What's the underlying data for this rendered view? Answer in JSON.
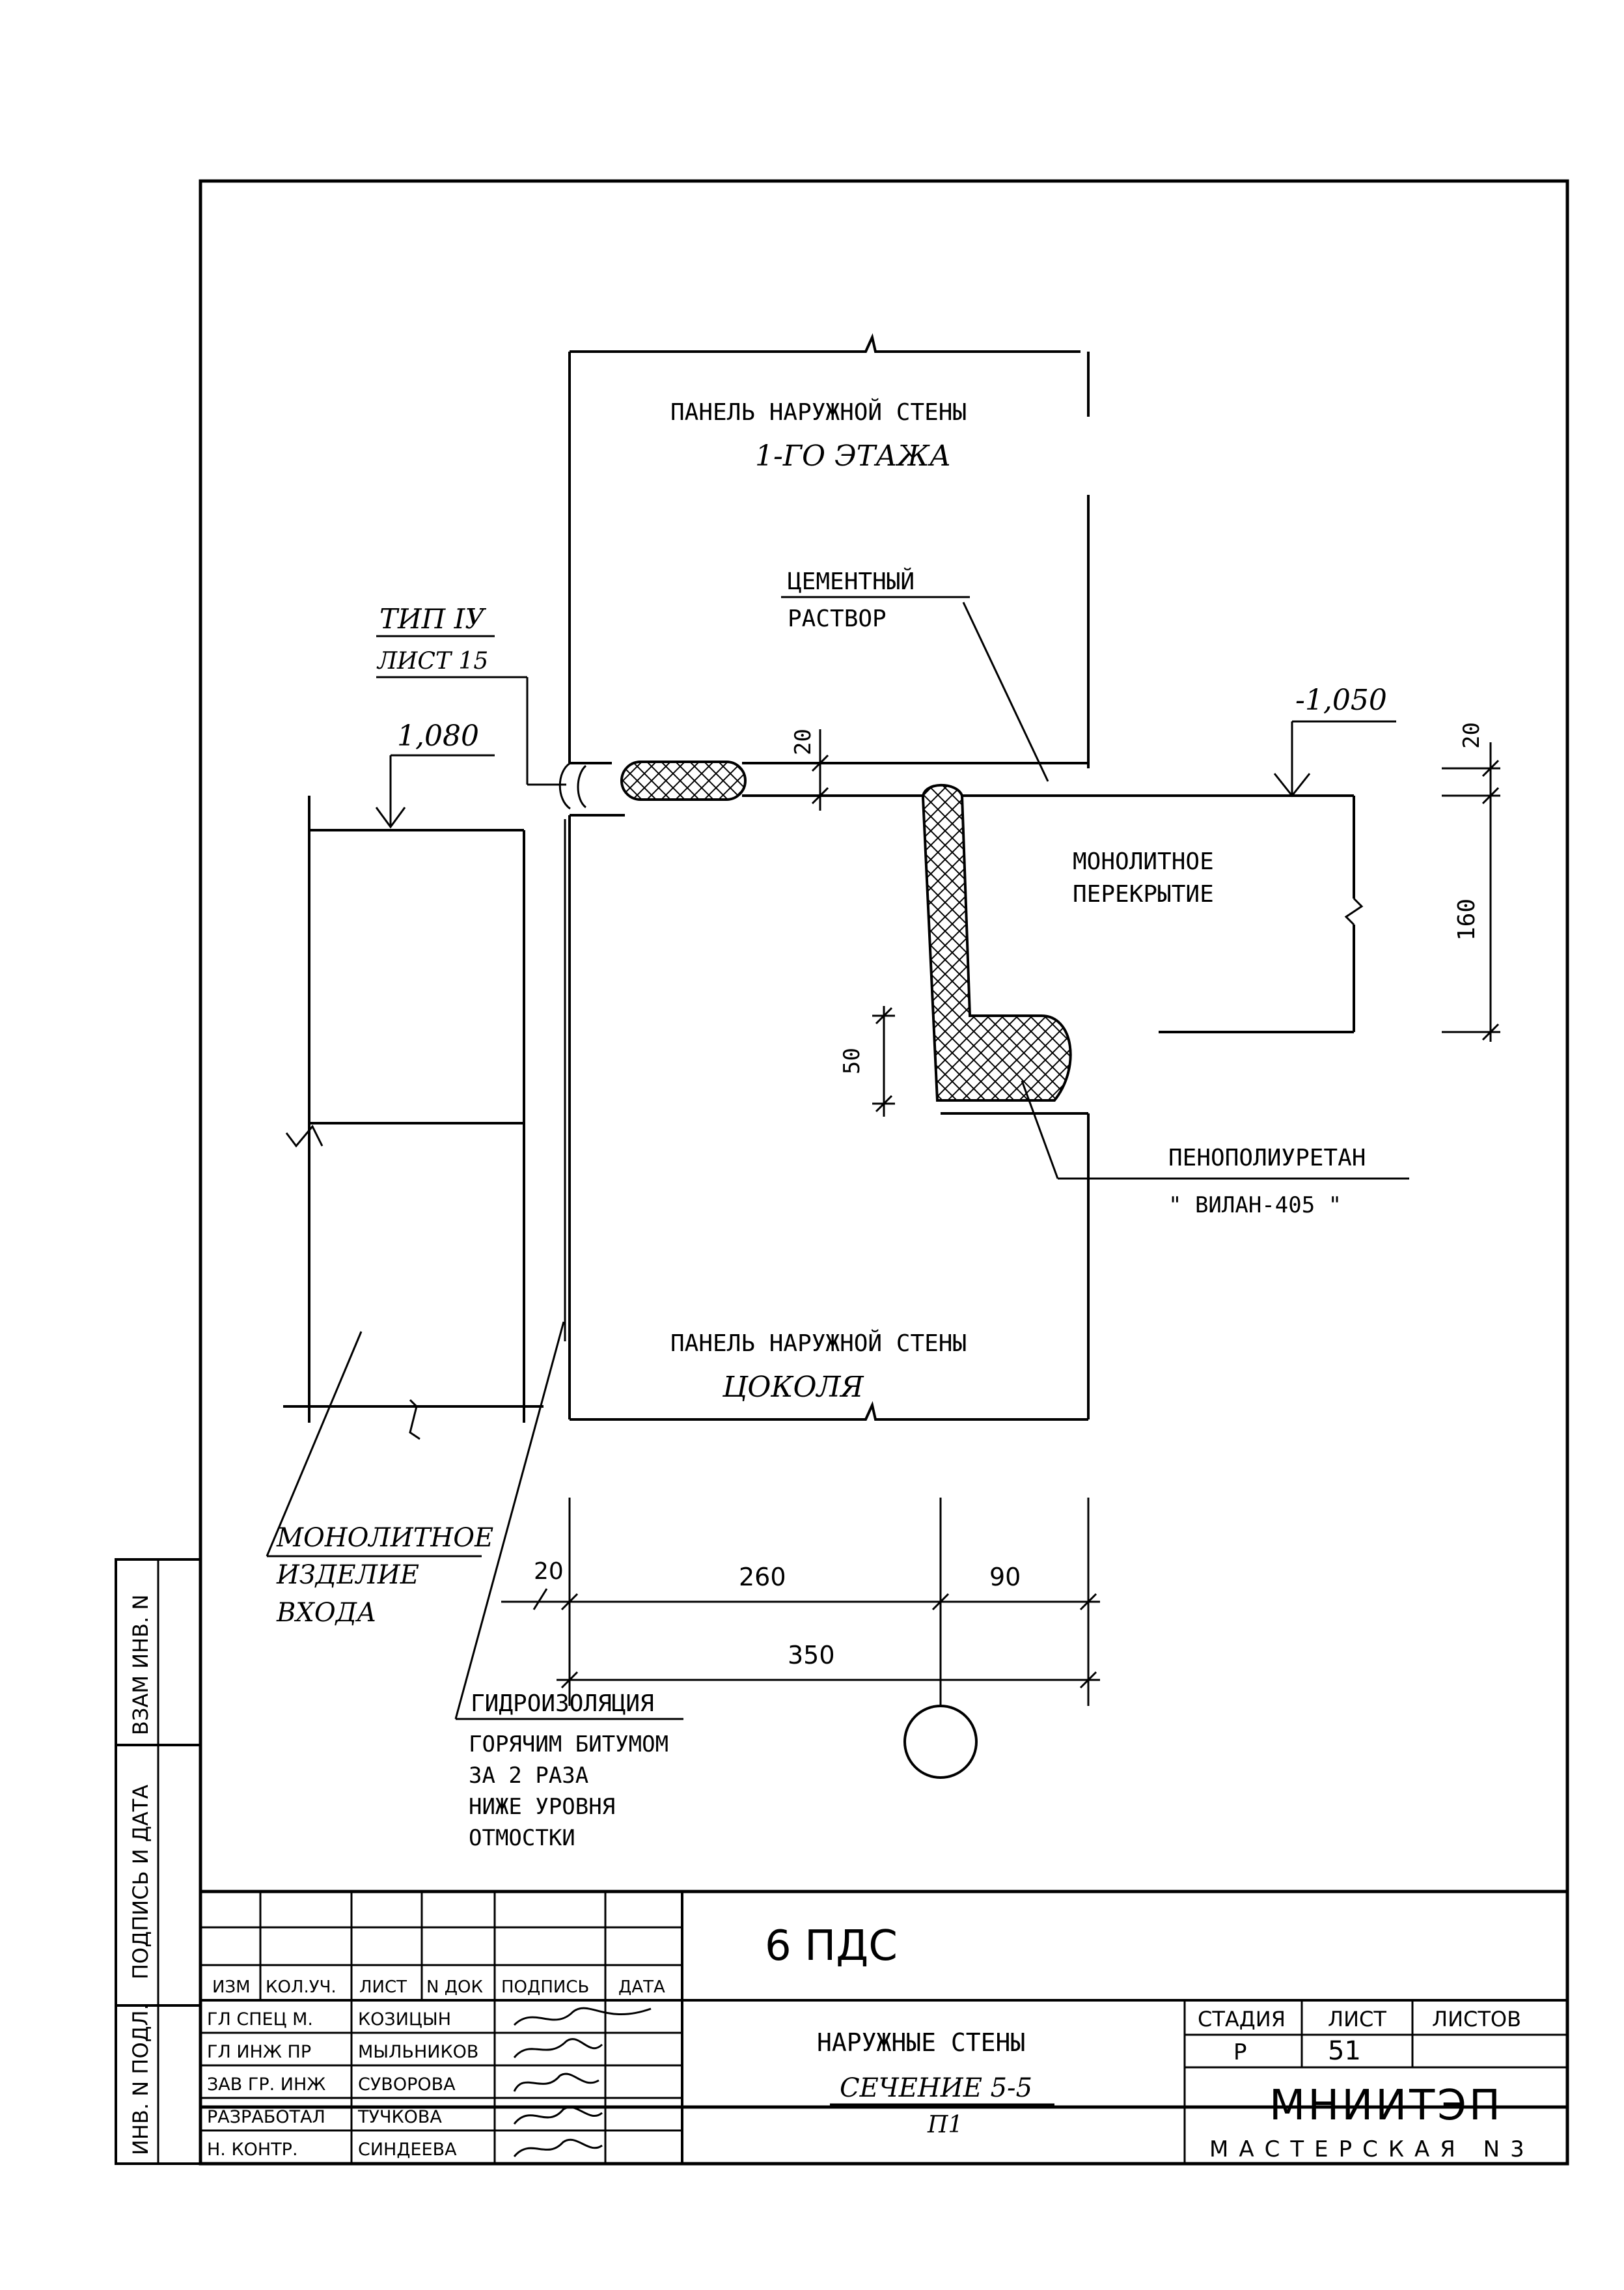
{
  "drawing": {
    "labels": {
      "panel_upper_line1": "ПАНЕЛЬ НАРУЖНОЙ СТЕНЫ",
      "panel_upper_line2": "1-ГО ЭТАЖА",
      "mortar_line1": "ЦЕМЕНТНЫЙ",
      "mortar_line2": "РАСТВОР",
      "type_ref_line1": "ТИП IУ",
      "type_ref_line2": "ЛИСТ 15",
      "level_left": "1,080",
      "level_right": "-1,050",
      "slab_line1": "МОНОЛИТНОЕ",
      "slab_line2": "ПЕРЕКРЫТИЕ",
      "foam_line1": "ПЕНОПОЛИУРЕТАН",
      "foam_line2": "\" ВИЛАН-405 \"",
      "panel_lower_line1": "ПАНЕЛЬ НАРУЖНОЙ СТЕНЫ",
      "panel_lower_line2": "ЦОКОЛЯ",
      "entrance_line1": "МОНОЛИТНОЕ",
      "entrance_line2": "ИЗДЕЛИЕ",
      "entrance_line3": "ВХОДА",
      "waterproof_line1": "ГИДРОИЗОЛЯЦИЯ",
      "waterproof_line2": "ГОРЯЧИМ БИТУМОМ",
      "waterproof_line3": "ЗА 2 РАЗА",
      "waterproof_line4": "НИЖЕ УРОВНЯ",
      "waterproof_line5": "ОТМОСТКИ"
    },
    "dimensions": {
      "gap_top": "20",
      "gap_right": "20",
      "slab_height": "160",
      "overlap": "50",
      "dim_20": "20",
      "dim_260": "260",
      "dim_90": "90",
      "dim_350": "350"
    }
  },
  "side_stamps": {
    "vzam_inv": "ВЗАМ ИНВ. N",
    "signature_date": "ПОДПИСЬ И ДАТА",
    "inv_podl": "ИНВ. N ПОДЛ."
  },
  "title_block": {
    "project_code": "6 ПДС",
    "header_cols": [
      "ИЗМ",
      "КОЛ.УЧ.",
      "ЛИСТ",
      "N ДОК",
      "ПОДПИСЬ",
      "ДАТА"
    ],
    "staff": [
      {
        "role": "ГЛ СПЕЦ М.",
        "name": "КОЗИЦЫН"
      },
      {
        "role": "ГЛ ИНЖ ПР",
        "name": "МЫЛЬНИКОВ"
      },
      {
        "role": "ЗАВ ГР. ИНЖ",
        "name": "СУВОРОВА"
      },
      {
        "role": "РАЗРАБОТАЛ",
        "name": "ТУЧКОВА"
      },
      {
        "role": "Н. КОНТР.",
        "name": "СИНДЕЕВА"
      }
    ],
    "sheet_title_line1": "НАРУЖНЫЕ СТЕНЫ",
    "sheet_title_line2": "СЕЧЕНИЕ 5-5",
    "sheet_title_line3": "П1",
    "stage_label": "СТАДИЯ",
    "sheet_label": "ЛИСТ",
    "sheets_label": "ЛИСТОВ",
    "stage_value": "Р",
    "sheet_value": "51",
    "organization": "МНИИТЭП",
    "workshop": "МАСТЕРСКАЯ N3"
  }
}
